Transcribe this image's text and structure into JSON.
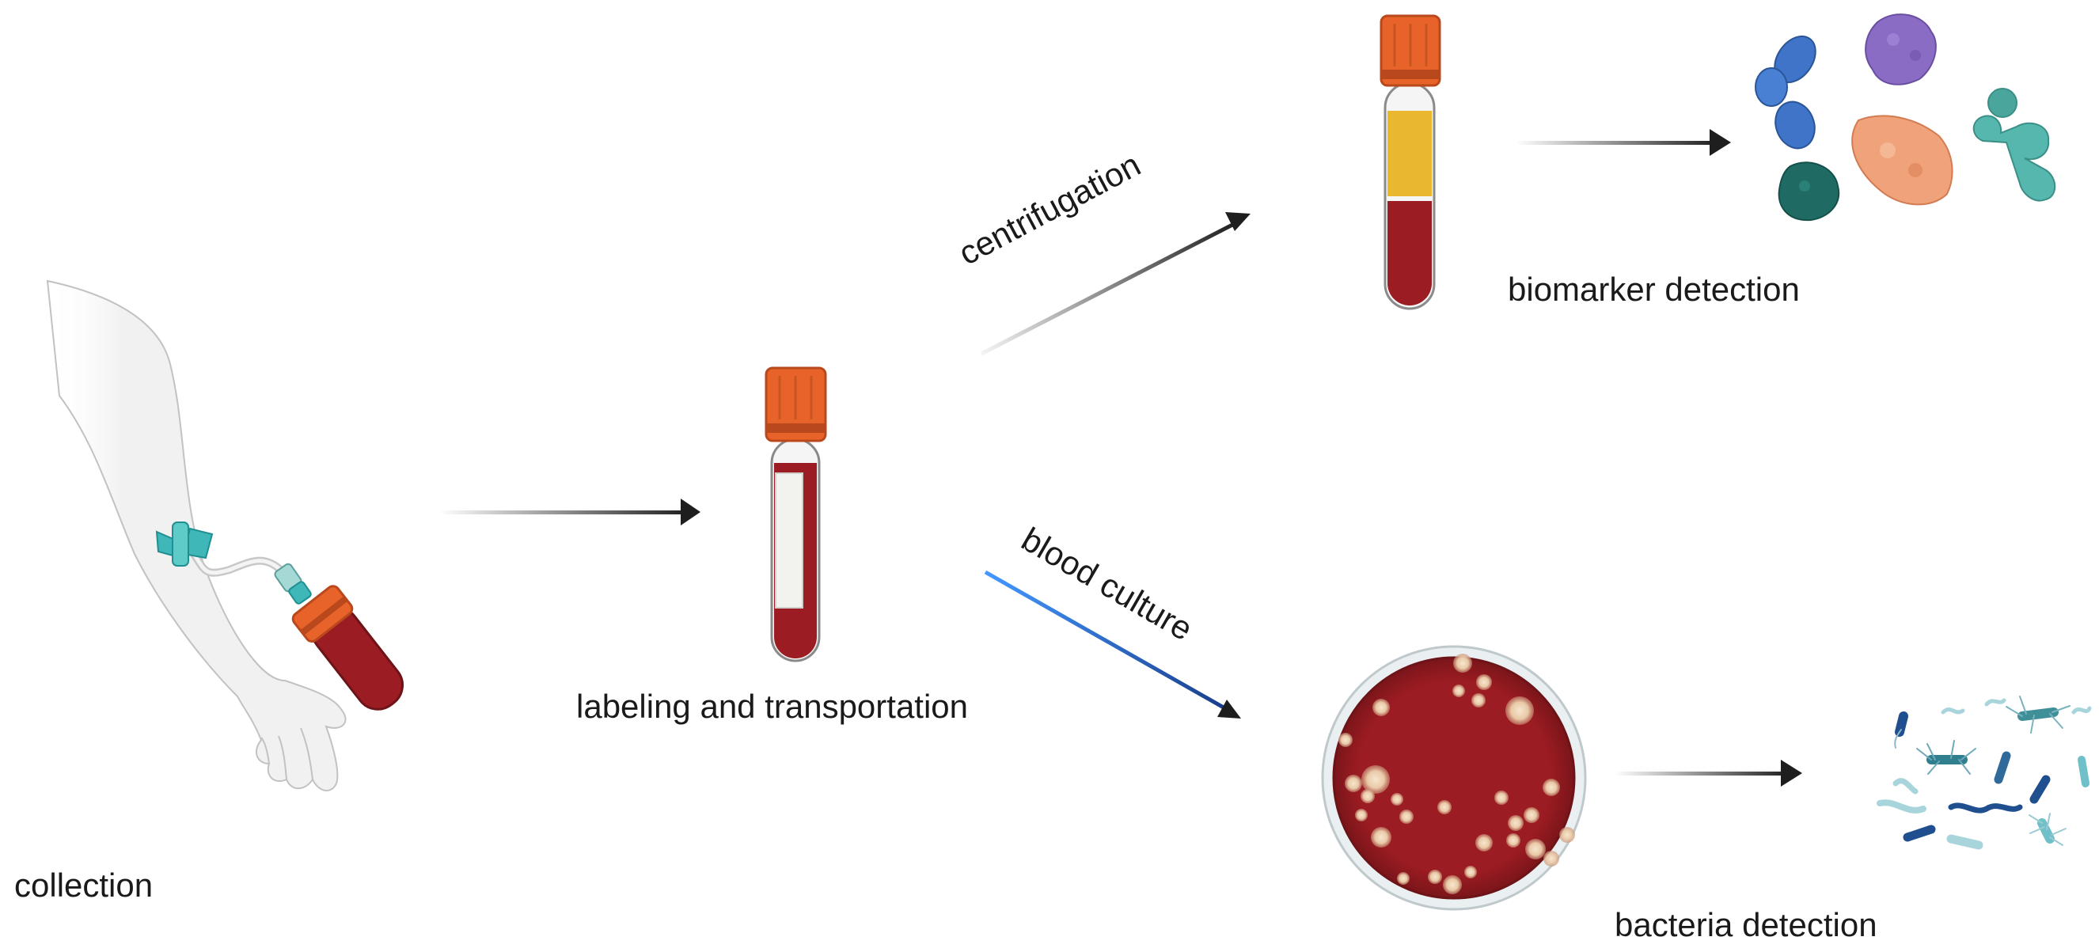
{
  "labels": {
    "collection": "collection",
    "labeling": "labeling and transportation",
    "centrifugation": "centrifugation",
    "blood_culture": "blood culture",
    "biomarker": "biomarker detection",
    "bacteria": "bacteria detection"
  },
  "colors": {
    "blood": "#9b1c22",
    "blood_dark": "#7a151a",
    "cap": "#e8632a",
    "cap_dark": "#b9481c",
    "plasma": "#e9b82f",
    "butterfly": "#3fb6b8",
    "arrow": "#1e1e1e",
    "arrow_blue": "#1f5fbf",
    "skin": "#efefef",
    "skin_line": "#b9b9b9"
  },
  "icons": [
    "arm-icon",
    "butterfly-needle-icon",
    "blood-tube-icon",
    "centrifuged-tube-icon",
    "petri-dish-icon",
    "protein-biomarkers-icon",
    "bacteria-icon"
  ]
}
